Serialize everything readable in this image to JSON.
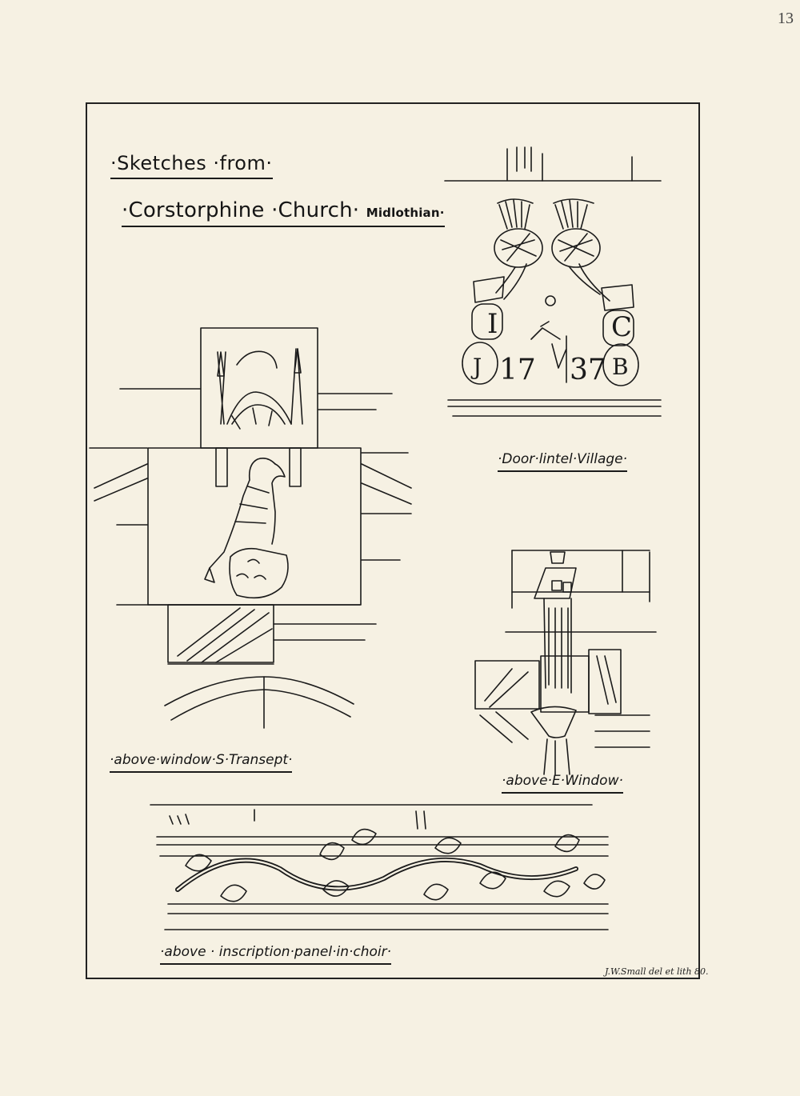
{
  "page": {
    "page_number": "13",
    "title_line_1": "·Sketches ·from·",
    "title_line_2_main": "·Corstorphine ·Church·",
    "title_line_2_sub": "Midlothian·",
    "signature": "J.W.Small del et lith 80."
  },
  "captions": {
    "door_lintel": "·Door·lintel·Village·",
    "transept": "·above·window·S·Transept·",
    "east_window": "·above·E·Window·",
    "choir": "·above · inscription·panel·in·choir·"
  },
  "carvings": {
    "door_lintel_initials": [
      "I",
      "C",
      "J",
      "B"
    ],
    "door_lintel_date": [
      "17",
      "37"
    ]
  },
  "colors": {
    "paper": "#f6f1e3",
    "ink": "#1b1b1b"
  }
}
